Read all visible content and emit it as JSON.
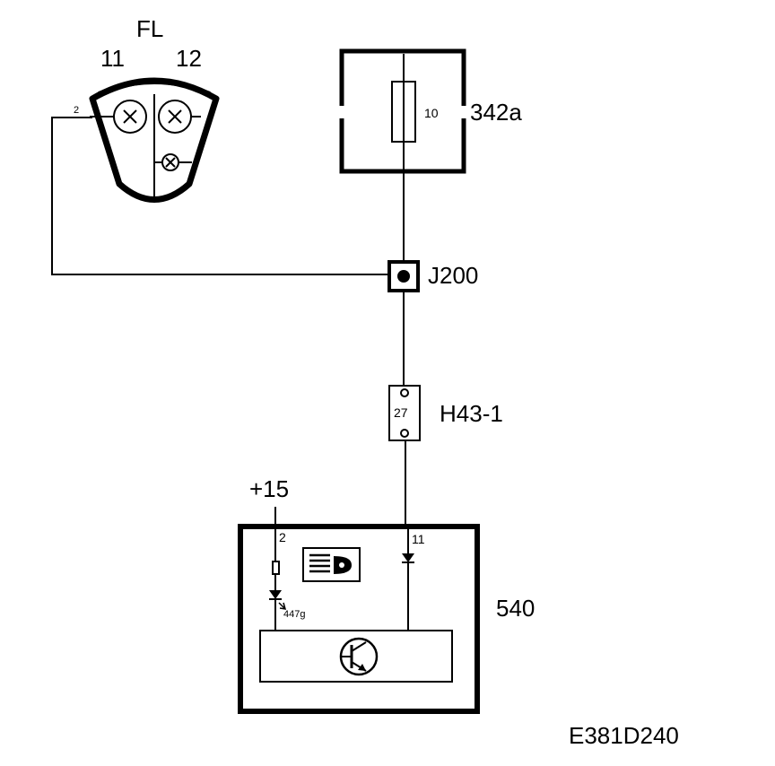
{
  "labels": {
    "lamp_title": "FL",
    "lamp_pin_left": "11",
    "lamp_pin_right": "12",
    "lamp_wire_pin": "2",
    "fuse_number": "10",
    "fuse_box_id": "342a",
    "junction_id": "J200",
    "connector_pin": "27",
    "connector_id": "H43-1",
    "supply": "+15",
    "module_pin_left": "2",
    "module_pin_right": "11",
    "module_sub_id": "447g",
    "module_id": "540",
    "diagram_code": "E381D240"
  },
  "colors": {
    "line": "#000000",
    "background": "#ffffff"
  }
}
